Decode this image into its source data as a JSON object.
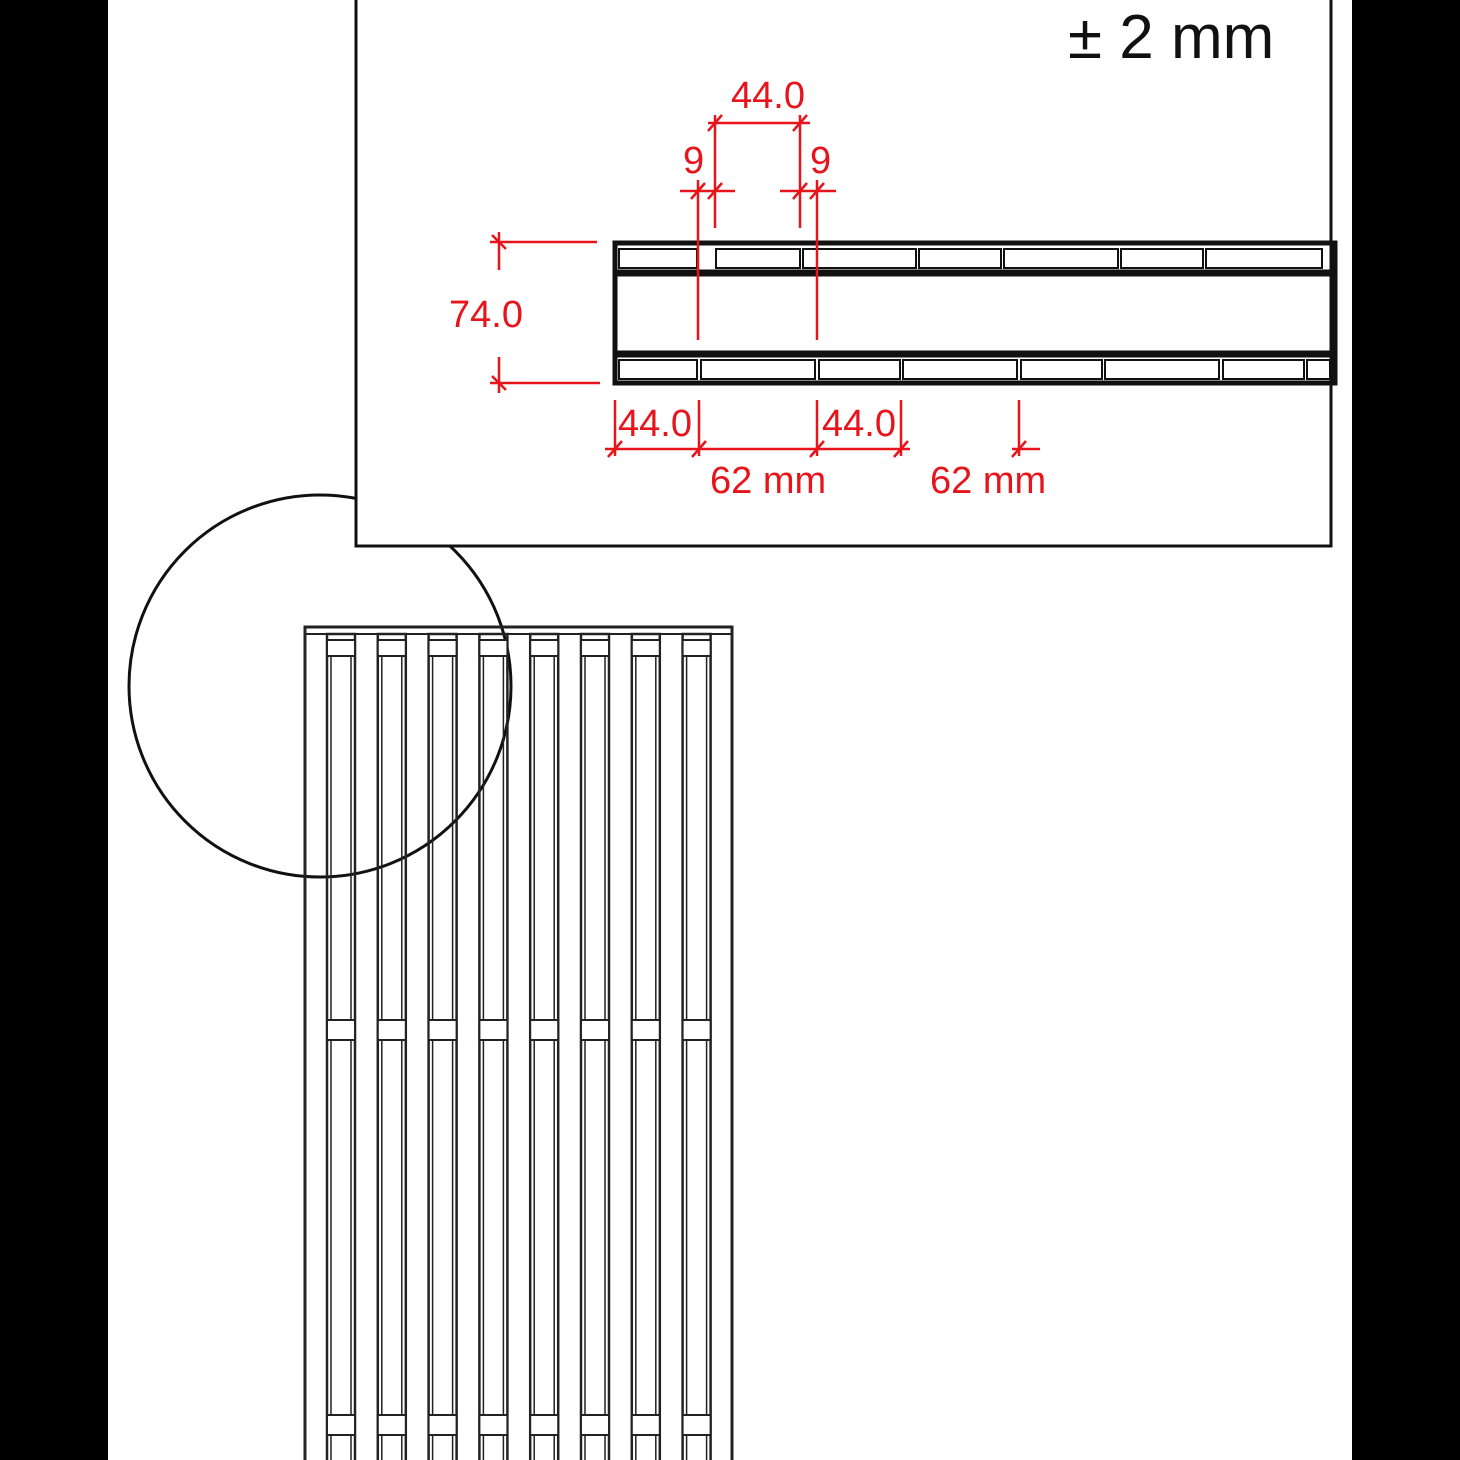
{
  "drawing": {
    "tolerance": "± 2 mm",
    "dimensions": {
      "top_width": "44.0",
      "left_gap": "9",
      "right_gap": "9",
      "height": "74.0",
      "bottom_width_1": "44.0",
      "bottom_width_2": "44.0",
      "pitch_1": "62 mm",
      "pitch_2": "62 mm"
    },
    "grating_slots": 8,
    "colors": {
      "dimension": "#e8141c",
      "line": "#111111",
      "background": "#000000"
    }
  }
}
